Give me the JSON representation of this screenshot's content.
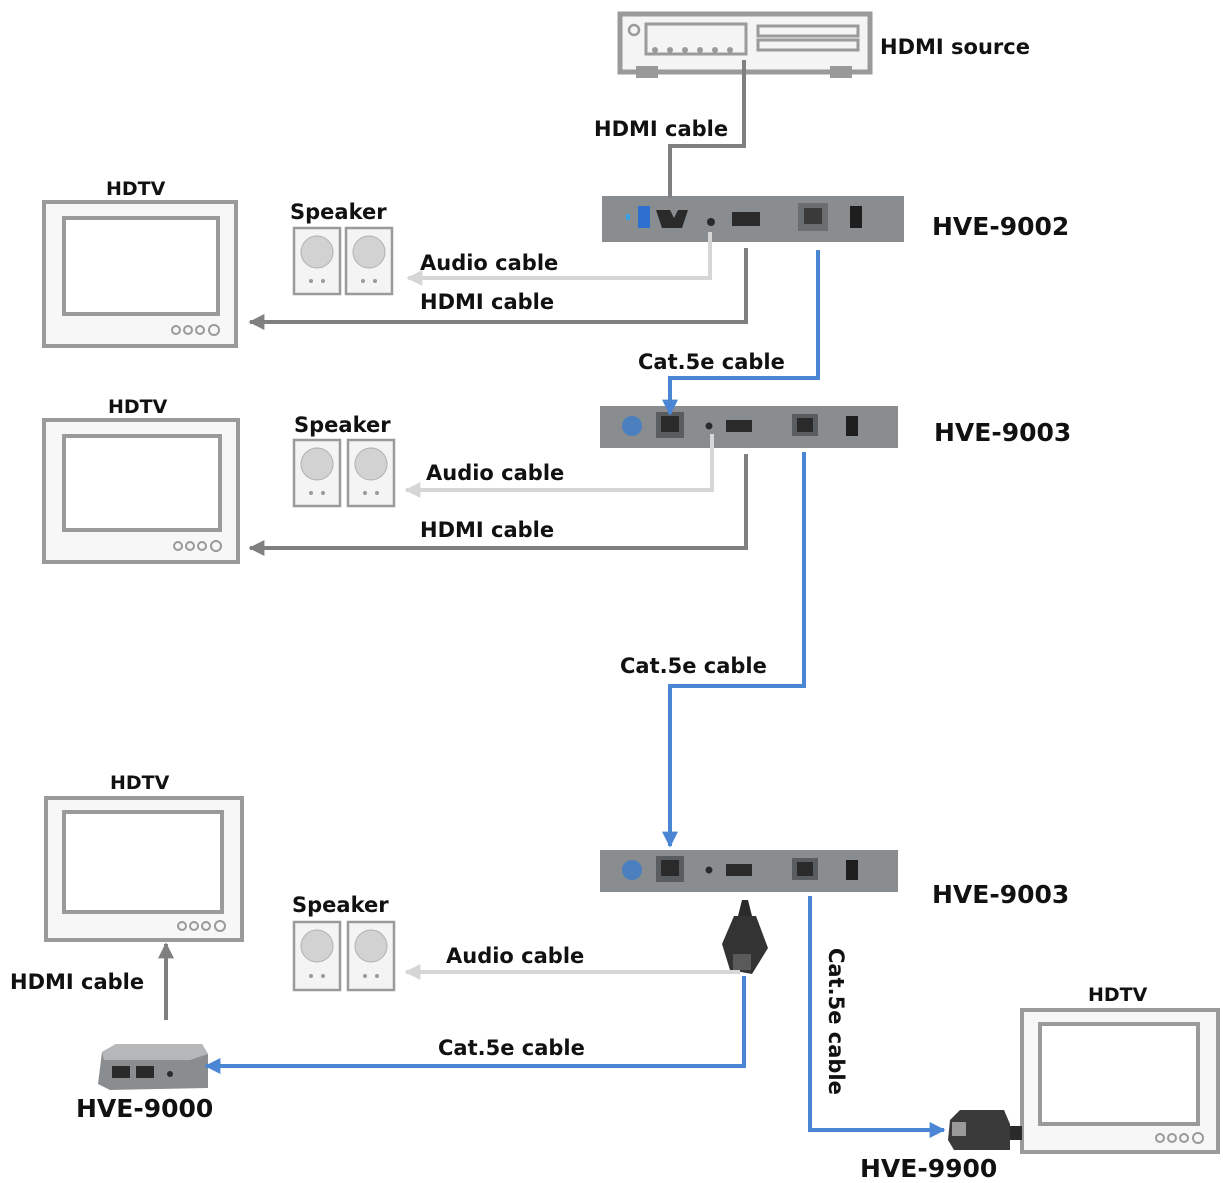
{
  "source": {
    "label": "HDMI source"
  },
  "cables": {
    "hdmi": "HDMI cable",
    "audio": "Audio cable",
    "cat5e": "Cat.5e cable"
  },
  "displays": {
    "hdtv": "HDTV"
  },
  "speakers": {
    "label": "Speaker"
  },
  "devices": {
    "hve9002": "HVE-9002",
    "hve9003": "HVE-9003",
    "hve9000": "HVE-9000",
    "hve9900": "HVE-9900"
  },
  "colors": {
    "hdmi_cable": "#808080",
    "audio_cable": "#d6d6d6",
    "cat5e_cable": "#4a86d4",
    "device_body": "#8a8d90"
  }
}
